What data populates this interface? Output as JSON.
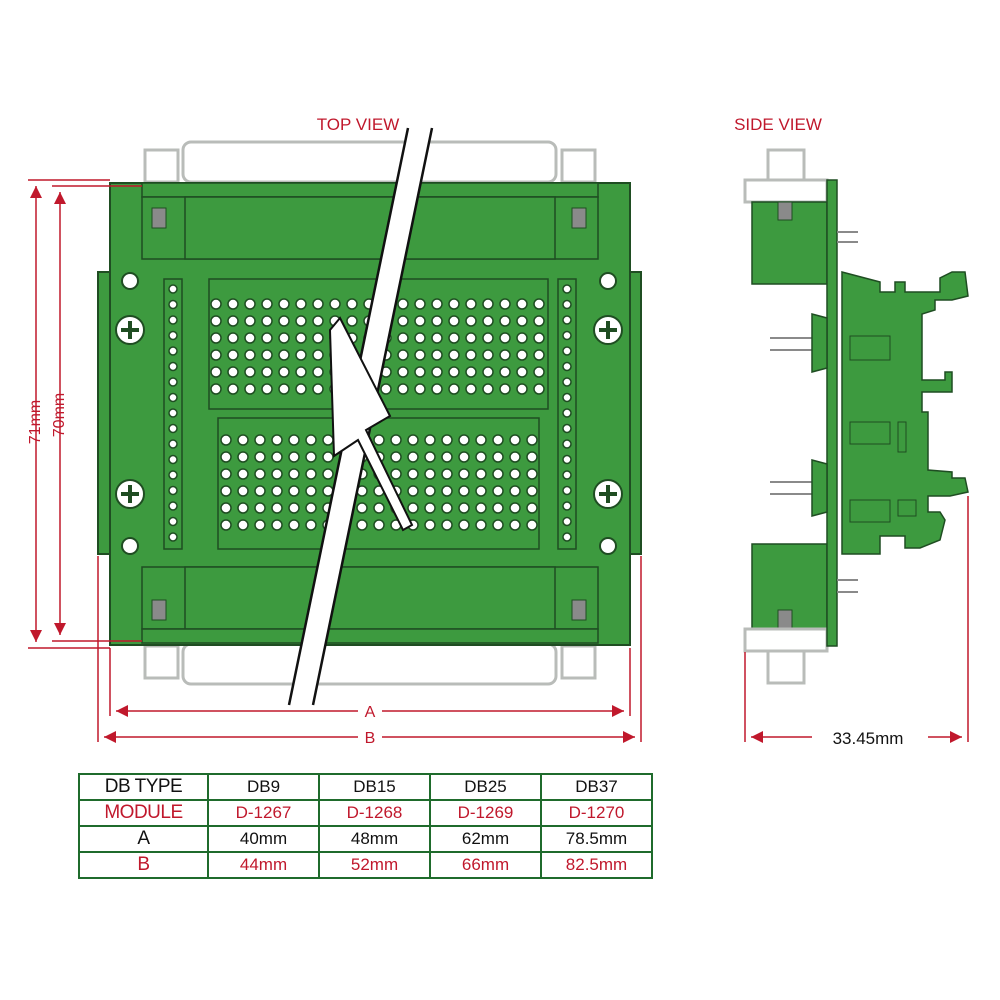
{
  "labels": {
    "top_view": "TOP VIEW",
    "side_view": "SIDE VIEW",
    "dim_71": "71mm",
    "dim_70": "70mm",
    "dim_a": "A",
    "dim_b": "B",
    "dim_depth": "33.45mm"
  },
  "table": {
    "header": [
      "DB TYPE",
      "DB9",
      "DB15",
      "DB25",
      "DB37"
    ],
    "module": [
      "MODULE",
      "D-1267",
      "D-1268",
      "D-1269",
      "D-1270"
    ],
    "a": [
      "A",
      "40mm",
      "48mm",
      "62mm",
      "78.5mm"
    ],
    "b": [
      "B",
      "44mm",
      "52mm",
      "66mm",
      "82.5mm"
    ]
  },
  "colors": {
    "board_green": "#3d9a3f",
    "outline_dark": "#1f4d22",
    "dimension_red": "#c0182c",
    "connector_gray": "#b9bcb9"
  }
}
